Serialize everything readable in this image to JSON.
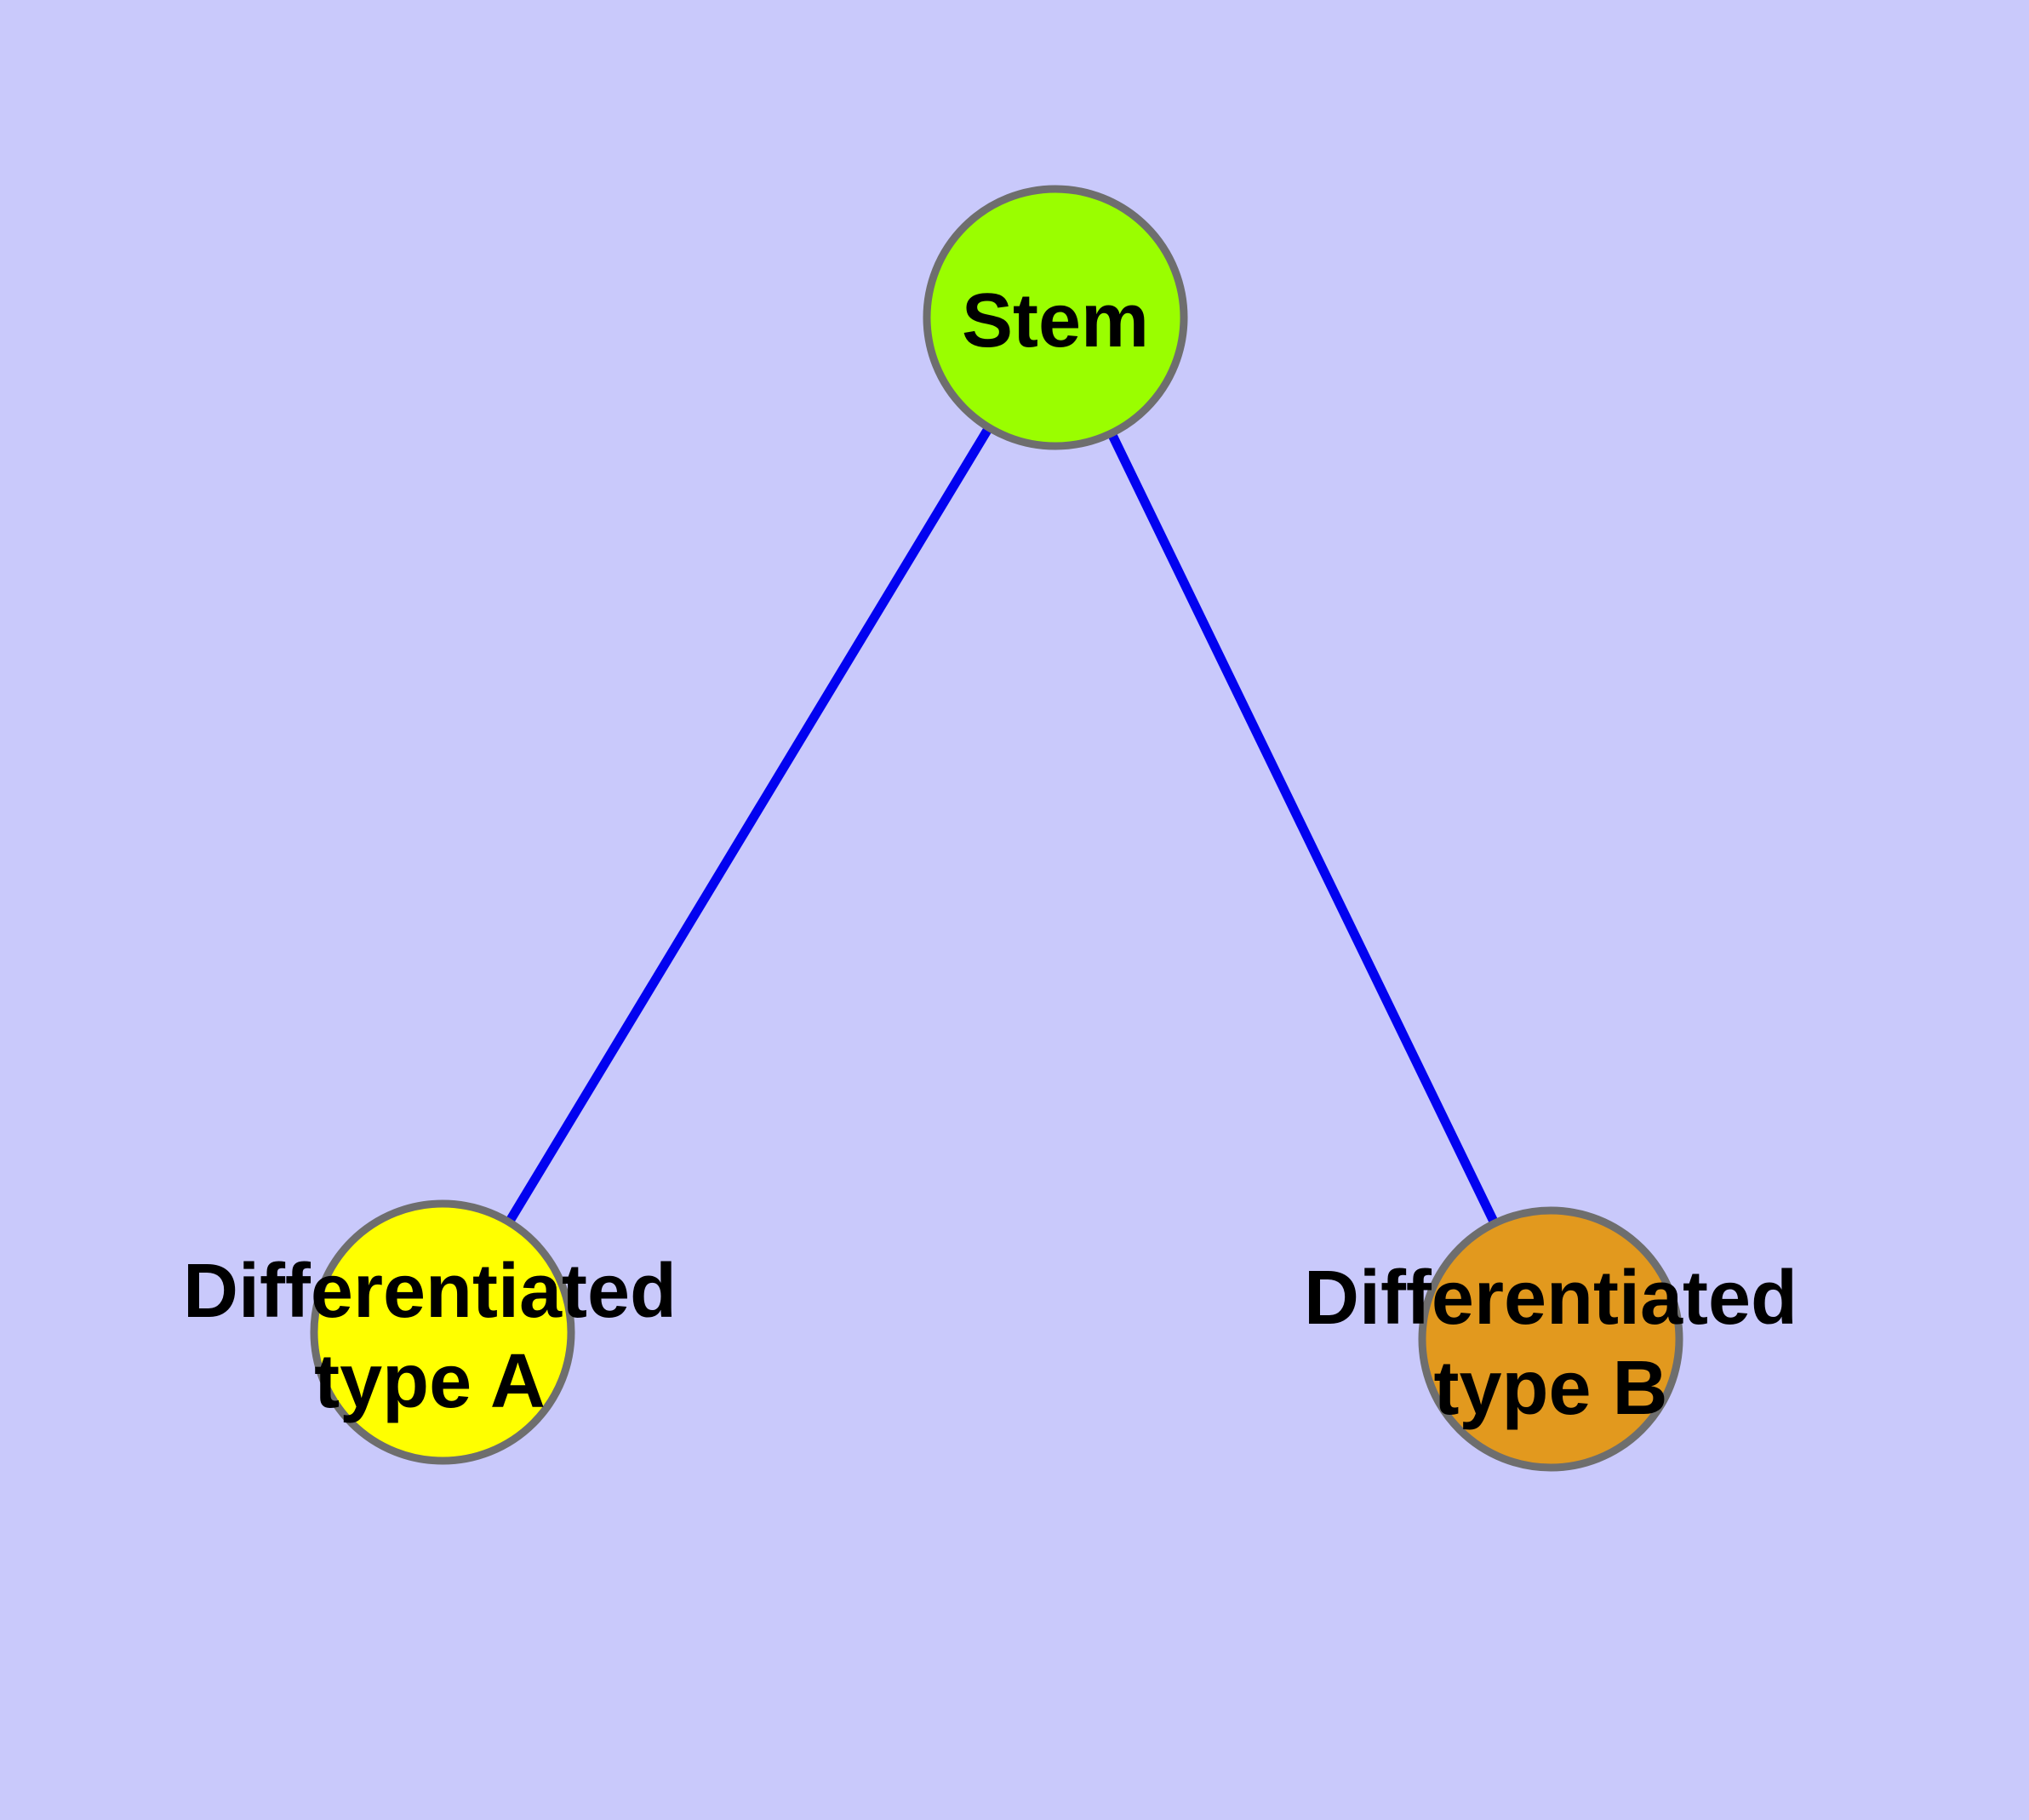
{
  "canvas": {
    "background_color": "#C9C9FB"
  },
  "diagram": {
    "type": "node-link-tree",
    "description": "Stem cell differentiation tree with one root node and two child nodes"
  },
  "nodes": {
    "stem": {
      "label": "Stem",
      "fill_color": "#9AFE00",
      "border_color": "#6E6E6E"
    },
    "type_a": {
      "label": "Differentiated type A",
      "line1": "Differentiated",
      "line2": "type A",
      "fill_color": "#FFFF00",
      "border_color": "#6E6E6E"
    },
    "type_b": {
      "label": "Differentiated type B",
      "line1": "Differentiated",
      "line2": "type B",
      "fill_color": "#E2991E",
      "border_color": "#6E6E6E"
    }
  },
  "edges": {
    "color": "#0202F0",
    "stem_to_type_a": {
      "from": "Stem",
      "to": "Differentiated type A"
    },
    "stem_to_type_b": {
      "from": "Stem",
      "to": "Differentiated type B"
    }
  }
}
